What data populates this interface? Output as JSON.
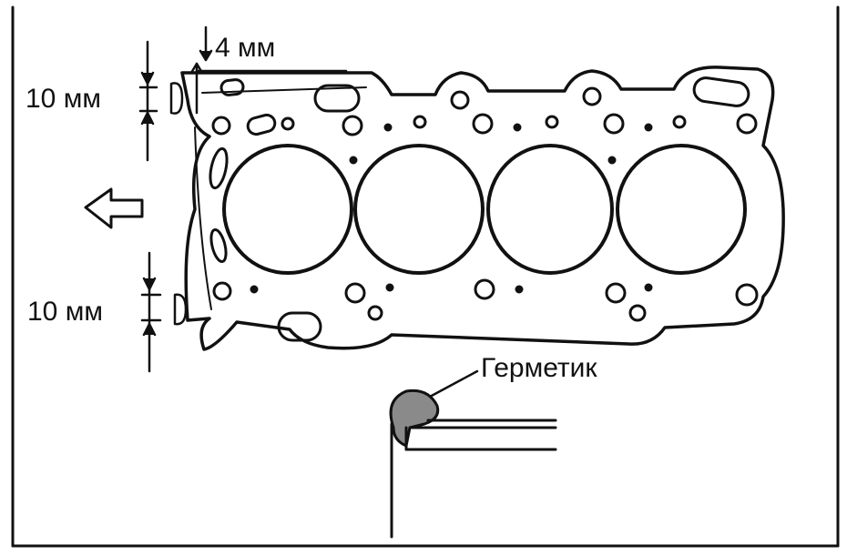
{
  "labels": {
    "top_offset": "4 мм",
    "left_top_offset": "10 мм",
    "left_bottom_offset": "10 мм",
    "sealant": "Герметик"
  },
  "icons": {
    "direction_arrow": "arrow-left-icon"
  },
  "colors": {
    "ink": "#111111",
    "sealant_fill": "#8a8a8a",
    "background": "#ffffff"
  }
}
